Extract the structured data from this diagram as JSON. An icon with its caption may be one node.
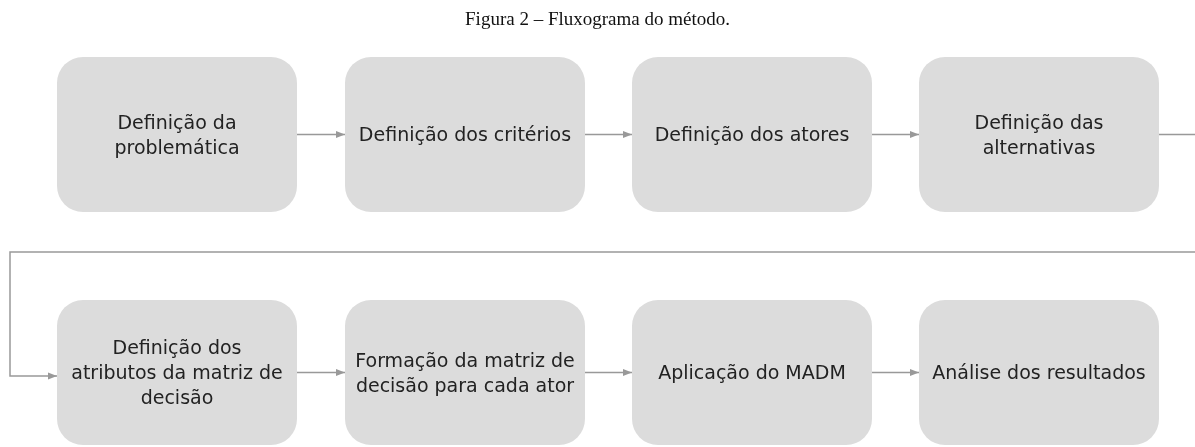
{
  "diagram": {
    "title": "Figura 2 – Fluxograma do método.",
    "nodes": [
      {
        "text": [
          "Definição da problemática"
        ]
      },
      {
        "text": [
          "Definição dos critérios"
        ]
      },
      {
        "text": [
          "Definição dos atores"
        ]
      },
      {
        "text": [
          "Definição das alternativas"
        ]
      },
      {
        "text": [
          "Definição dos atributos da matriz de decisão"
        ]
      },
      {
        "text": [
          "Formação da matriz de decisão para cada ator"
        ]
      },
      {
        "text": [
          "Aplicação do MADM"
        ]
      },
      {
        "text": [
          "Análise dos resultados"
        ]
      }
    ],
    "edges": [
      {
        "from": 0,
        "to": 1,
        "arrow": "to"
      },
      {
        "from": 1,
        "to": 2,
        "arrow": "to"
      },
      {
        "from": 2,
        "to": 3,
        "arrow": "to"
      },
      {
        "from": 3,
        "to": 4,
        "arrow": "to"
      },
      {
        "from": 4,
        "to": 5,
        "arrow": "to"
      },
      {
        "from": 5,
        "to": 6,
        "arrow": "to"
      },
      {
        "from": 6,
        "to": 7,
        "arrow": "to"
      }
    ]
  }
}
